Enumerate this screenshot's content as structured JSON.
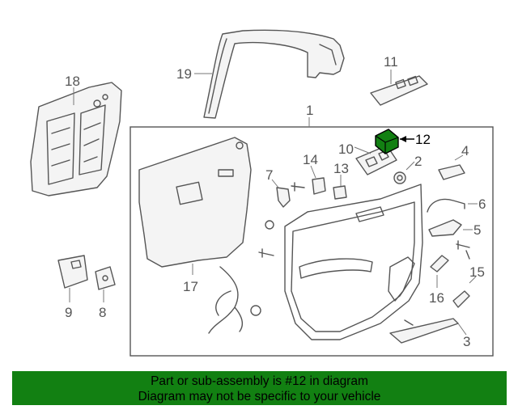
{
  "diagram": {
    "highlighted_part": "12",
    "highlight_color": "#128012",
    "callouts": {
      "p1": "1",
      "p2": "2",
      "p3": "3",
      "p4": "4",
      "p5": "5",
      "p6": "6",
      "p7": "7",
      "p8": "8",
      "p9": "9",
      "p10": "10",
      "p11": "11",
      "p12": "12",
      "p13": "13",
      "p14": "14",
      "p15": "15",
      "p16": "16",
      "p17": "17",
      "p18": "18",
      "p19": "19"
    }
  },
  "banner": {
    "line1": "Part or sub-assembly is #12 in diagram",
    "line2": "Diagram may not be specific to your vehicle",
    "background": "#128012"
  }
}
